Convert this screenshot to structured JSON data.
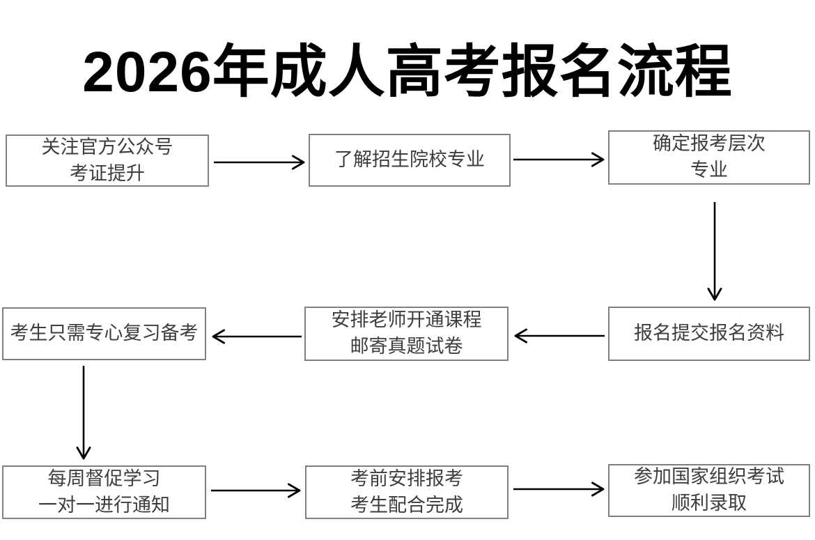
{
  "title": "2026年成人高考报名流程",
  "colors": {
    "background": "#ffffff",
    "box_border": "#808080",
    "box_text": "#3d3d3d",
    "arrow": "#000000",
    "title_text": "#000000"
  },
  "flow": {
    "nodes": [
      {
        "id": "n1",
        "lines": [
          "关注官方公众号",
          "考证提升"
        ]
      },
      {
        "id": "n2",
        "lines": [
          "了解招生院校专业"
        ]
      },
      {
        "id": "n3",
        "lines": [
          "确定报考层次",
          "专业"
        ]
      },
      {
        "id": "n4",
        "lines": [
          "报名提交报名资料"
        ]
      },
      {
        "id": "n5",
        "lines": [
          "安排老师开通课程",
          "邮寄真题试卷"
        ]
      },
      {
        "id": "n6",
        "lines": [
          "考生只需专心复习备考"
        ]
      },
      {
        "id": "n7",
        "lines": [
          "每周督促学习",
          "一对一进行通知"
        ]
      },
      {
        "id": "n8",
        "lines": [
          "考前安排报考",
          "考生配合完成"
        ]
      },
      {
        "id": "n9",
        "lines": [
          "参加国家组织考试",
          "顺利录取"
        ]
      }
    ],
    "edges": [
      {
        "from": "n1",
        "to": "n2"
      },
      {
        "from": "n2",
        "to": "n3"
      },
      {
        "from": "n3",
        "to": "n4"
      },
      {
        "from": "n4",
        "to": "n5"
      },
      {
        "from": "n5",
        "to": "n6"
      },
      {
        "from": "n6",
        "to": "n7"
      },
      {
        "from": "n7",
        "to": "n8"
      },
      {
        "from": "n8",
        "to": "n9"
      }
    ]
  }
}
